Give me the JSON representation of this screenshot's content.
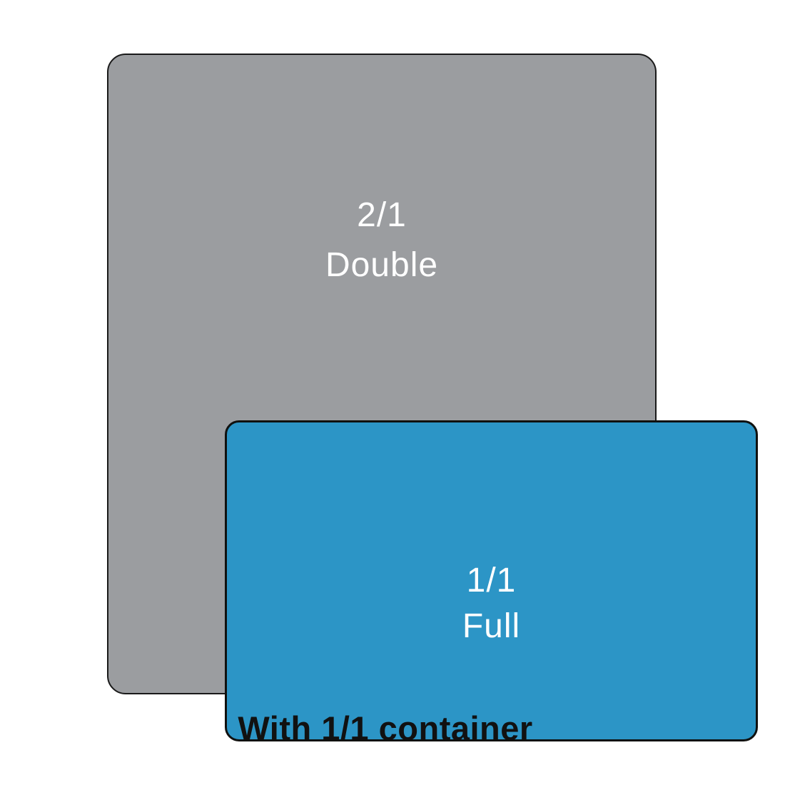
{
  "diagram": {
    "outer_pan": {
      "size": "2/1",
      "label": "Double",
      "fill_color": "#9b9da0",
      "text_color": "#ffffff"
    },
    "inner_pan": {
      "size": "1/1",
      "label": "Full",
      "fill_color": "#2c95c6",
      "text_color": "#ffffff"
    },
    "caption": "With 1/1 container",
    "background_color": "#ffffff",
    "border_color": "#111111"
  }
}
